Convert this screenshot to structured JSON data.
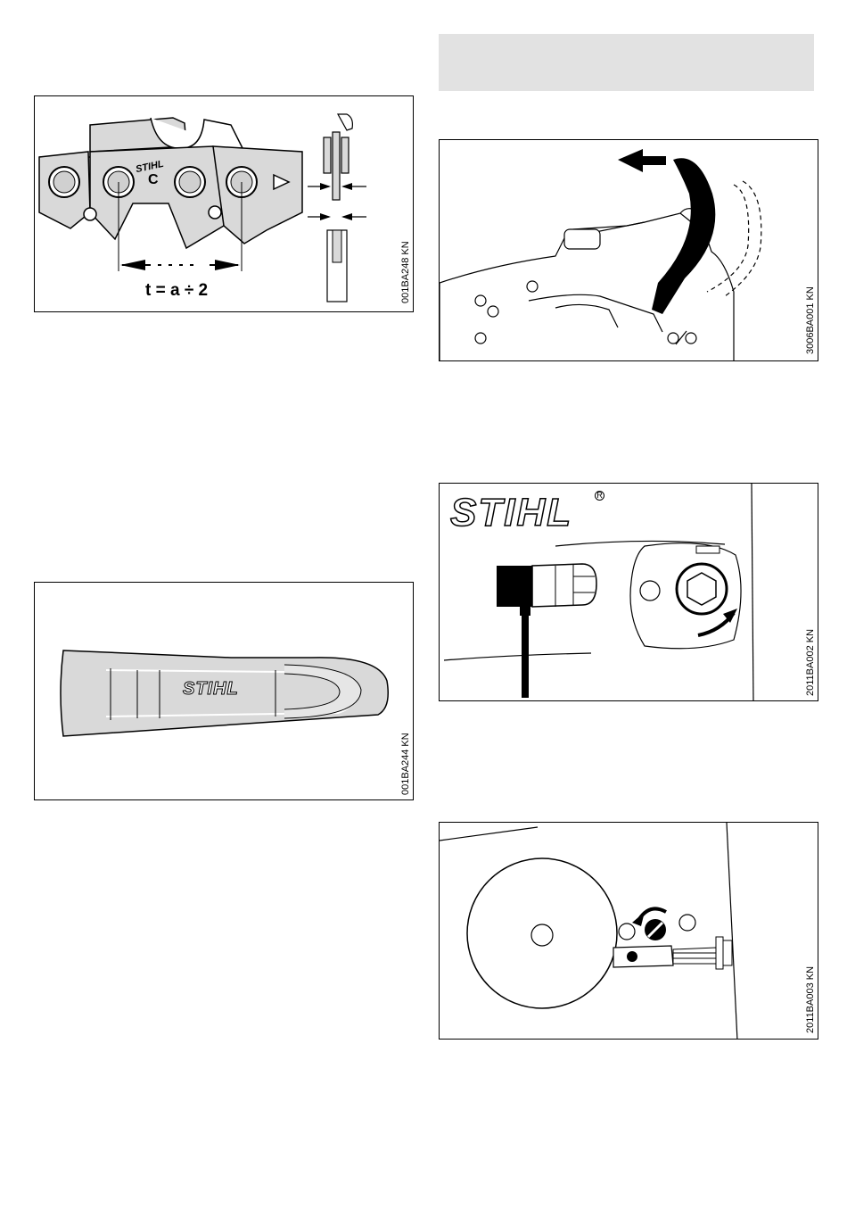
{
  "header": {
    "bar_color": "#e2e2e2"
  },
  "figures": {
    "chain_pitch": {
      "code": "001BA248 KN",
      "formula": "t = a ÷ 2",
      "chain_mark": "C",
      "logo_text": "STIHL"
    },
    "bar_cover": {
      "code": "001BA244 KN",
      "logo_text": "STIHL"
    },
    "brake_release": {
      "code": "3006BA001 KN"
    },
    "nut_loosen": {
      "code": "2011BA002 KN",
      "logo_text": "STIHL"
    },
    "tension_screw": {
      "code": "2011BA003 KN"
    }
  }
}
